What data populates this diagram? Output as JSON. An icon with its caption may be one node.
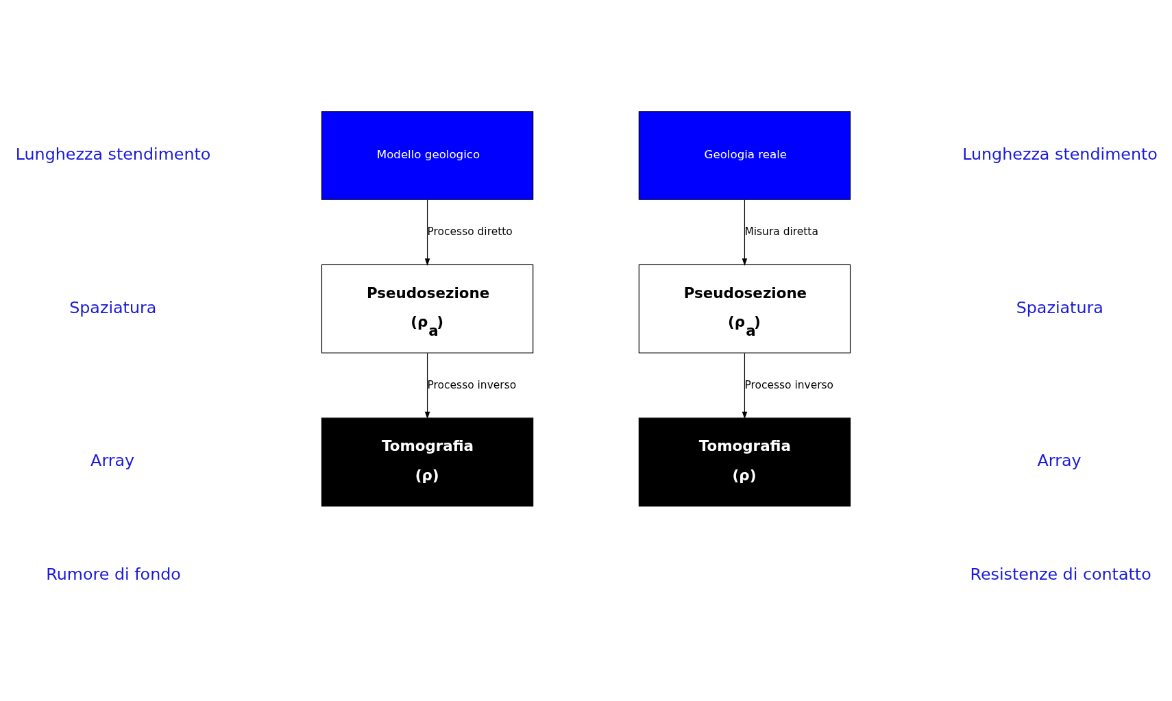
{
  "diagram": {
    "nodes": [
      {
        "text": [
          "Modello geologico"
        ]
      },
      {
        "text": [
          "Pseudosezione",
          "(ρ$_{a}$)"
        ]
      },
      {
        "text": [
          "Tomografia",
          "(ρ)"
        ]
      },
      {
        "text": [
          "Geologia reale"
        ]
      },
      {
        "text": [
          "Pseudosezione",
          "(ρ$_{a}$)"
        ]
      },
      {
        "text": [
          "Tomografia",
          "(ρ)"
        ]
      }
    ],
    "edges": [
      {
        "from": 0,
        "to": 1,
        "arrow": "to",
        "label": "Processo diretto"
      },
      {
        "from": 1,
        "to": 2,
        "arrow": "to",
        "label": "Processo inverso"
      },
      {
        "from": 3,
        "to": 4,
        "arrow": "to",
        "label": "Misura diretta"
      },
      {
        "from": 4,
        "to": 5,
        "arrow": "to",
        "label": "Processo inverso"
      }
    ],
    "labels": [
      "Lunghezza stendimento",
      "Lunghezza stendimento",
      "Spaziatura",
      "Spaziatura",
      "Array",
      "Array",
      "Rumore di fondo",
      "Resistenze di contatto"
    ]
  }
}
